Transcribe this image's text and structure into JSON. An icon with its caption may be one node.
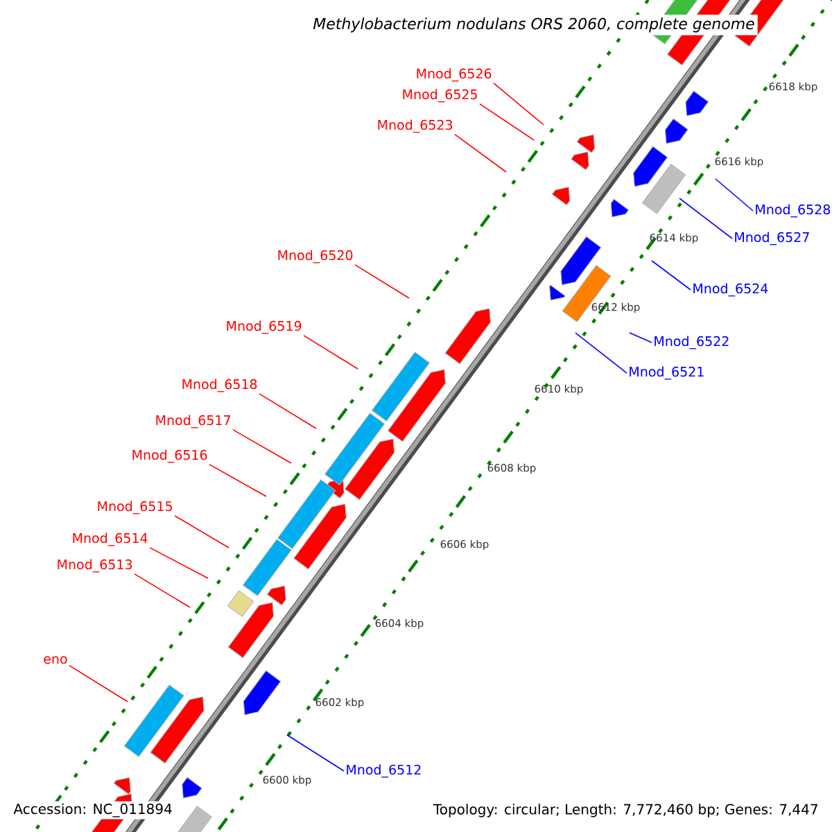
{
  "diagram": {
    "title": "Methylobacterium nodulans ORS 2060, complete genome",
    "nodes": [
      {
        "text": [
          "Mnod_6526"
        ]
      },
      {
        "text": [
          "Mnod_6525"
        ]
      },
      {
        "text": [
          "Mnod_6523"
        ]
      },
      {
        "text": [
          "Mnod_6520"
        ]
      },
      {
        "text": [
          "Mnod_6519"
        ]
      },
      {
        "text": [
          "Mnod_6518"
        ]
      },
      {
        "text": [
          "Mnod_6517"
        ]
      },
      {
        "text": [
          "Mnod_6516"
        ]
      },
      {
        "text": [
          "Mnod_6515"
        ]
      },
      {
        "text": [
          "Mnod_6514"
        ]
      },
      {
        "text": [
          "Mnod_6513"
        ]
      },
      {
        "text": [
          "eno"
        ]
      },
      {
        "text": [
          "Mnod_6528"
        ]
      },
      {
        "text": [
          "Mnod_6527"
        ]
      },
      {
        "text": [
          "Mnod_6524"
        ]
      },
      {
        "text": [
          "Mnod_6522"
        ]
      },
      {
        "text": [
          "Mnod_6521"
        ]
      },
      {
        "text": [
          "Mnod_6512"
        ]
      }
    ],
    "edges": [
      {
        "from": 0,
        "to": null,
        "arrow": "none"
      },
      {
        "from": 1,
        "to": null,
        "arrow": "none"
      },
      {
        "from": 2,
        "to": null,
        "arrow": "none"
      },
      {
        "from": 3,
        "to": null,
        "arrow": "none"
      },
      {
        "from": 4,
        "to": null,
        "arrow": "none"
      },
      {
        "from": 5,
        "to": null,
        "arrow": "none"
      },
      {
        "from": 6,
        "to": null,
        "arrow": "none"
      },
      {
        "from": 7,
        "to": null,
        "arrow": "none"
      },
      {
        "from": 8,
        "to": null,
        "arrow": "none"
      },
      {
        "from": 9,
        "to": null,
        "arrow": "none"
      },
      {
        "from": 10,
        "to": null,
        "arrow": "none"
      },
      {
        "from": 11,
        "to": null,
        "arrow": "none"
      },
      {
        "from": 12,
        "to": null,
        "arrow": "none",
        "color": "#0000ff"
      },
      {
        "from": 13,
        "to": null,
        "arrow": "none",
        "color": "#0000ff"
      },
      {
        "from": 14,
        "to": null,
        "arrow": "none",
        "color": "#0000ff"
      },
      {
        "from": 15,
        "to": null,
        "arrow": "none",
        "color": "#0000ff"
      },
      {
        "from": 16,
        "to": null,
        "arrow": "none",
        "color": "#0000ff"
      },
      {
        "from": 17,
        "to": null,
        "arrow": "none",
        "color": "#0000ff"
      }
    ],
    "labels": [
      "6618 kbp",
      "6616 kbp",
      "6614 kbp",
      "6612 kbp",
      "6610 kbp",
      "6608 kbp",
      "6606 kbp",
      "6604 kbp",
      "6602 kbp",
      "6600 kbp",
      "Accession: NC_011894",
      "Topology: circular; Length: 7,772,460 bp; Genes: 7,447"
    ]
  }
}
